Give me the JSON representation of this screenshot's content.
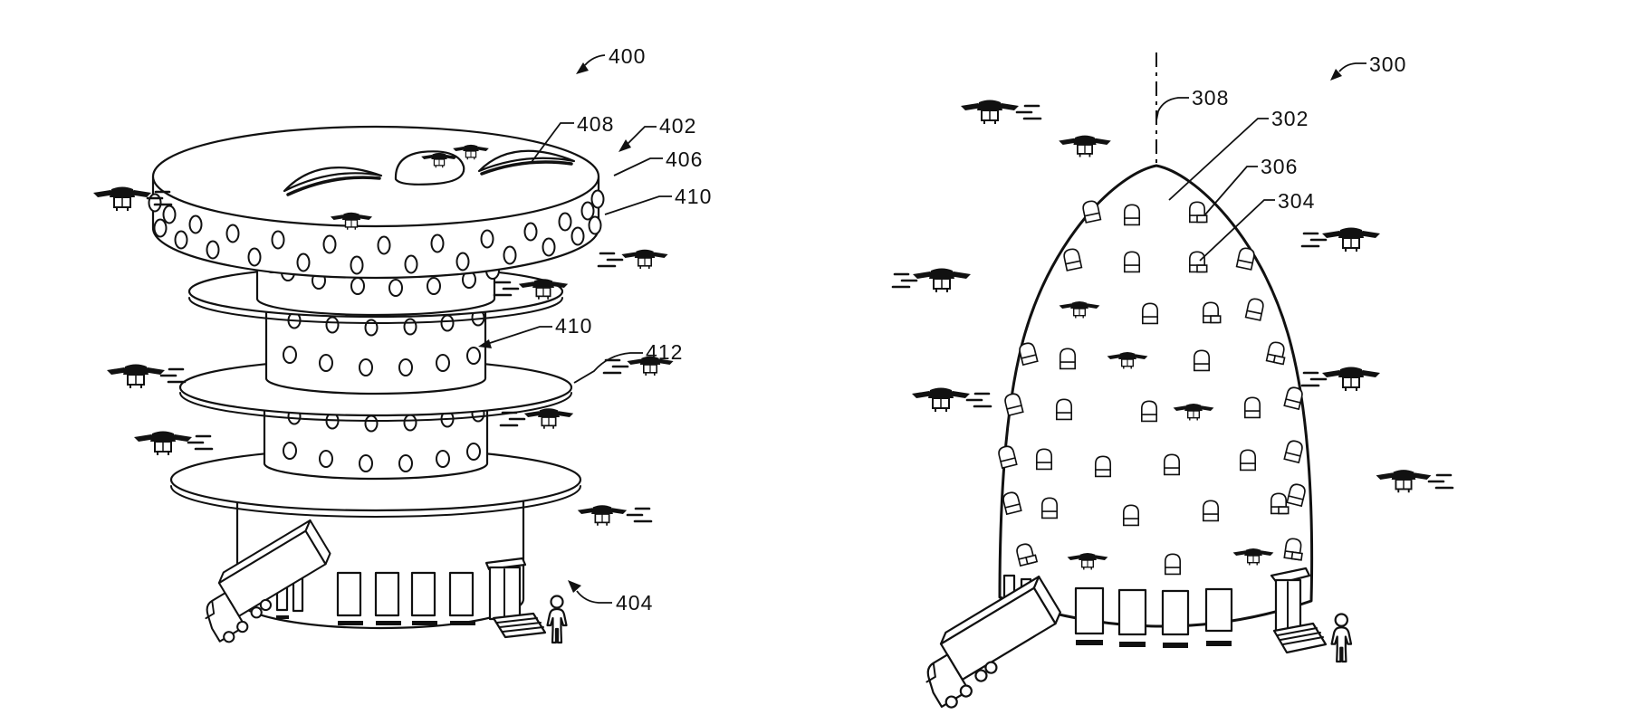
{
  "sheet": {
    "background": "#ffffff",
    "ink_color": "#111111",
    "type": "patent line drawing",
    "description": "Two patent-style figures of multi-level drone (UAV) fulfillment-center towers with delivery drones, trucks and pedestrians"
  },
  "figures": [
    {
      "name": "cylindrical stacked-deck drone tower",
      "callouts": [
        {
          "text": "400",
          "leader": "arrow",
          "points_to": "entire tower"
        },
        {
          "text": "408",
          "leader": "line",
          "points_to": "rooftop opening"
        },
        {
          "text": "402",
          "leader": "arrow",
          "points_to": "rooftop landing deck"
        },
        {
          "text": "406",
          "leader": "line",
          "points_to": "rooftop deck surface"
        },
        {
          "text": "410",
          "leader": "line",
          "points_to": "upper perimeter wall openings"
        },
        {
          "text": "410",
          "leader": "arrow",
          "points_to": "middle perimeter wall openings"
        },
        {
          "text": "412",
          "leader": "line",
          "points_to": "landing deck ring"
        },
        {
          "text": "404",
          "leader": "arrow",
          "points_to": "ground level"
        }
      ],
      "scene": {
        "flying_drones": 8,
        "perched_drones": 3,
        "ground_windows": 4,
        "door": 1,
        "truck": 1,
        "person": 1
      }
    },
    {
      "name": "dome beehive drone tower",
      "callouts": [
        {
          "text": "300",
          "leader": "arrow",
          "points_to": "entire tower"
        },
        {
          "text": "308",
          "leader": "line",
          "points_to": "vertical center axis"
        },
        {
          "text": "302",
          "leader": "line",
          "points_to": "dome shell"
        },
        {
          "text": "306",
          "leader": "line",
          "points_to": "arched opening"
        },
        {
          "text": "304",
          "leader": "line",
          "points_to": "arched opening with ledge"
        }
      ],
      "scene": {
        "flying_drones": 7,
        "drones_at_openings": 5,
        "arched_openings": 33,
        "ground_windows": 4,
        "door": 1,
        "truck": 1,
        "person": 1
      }
    }
  ]
}
